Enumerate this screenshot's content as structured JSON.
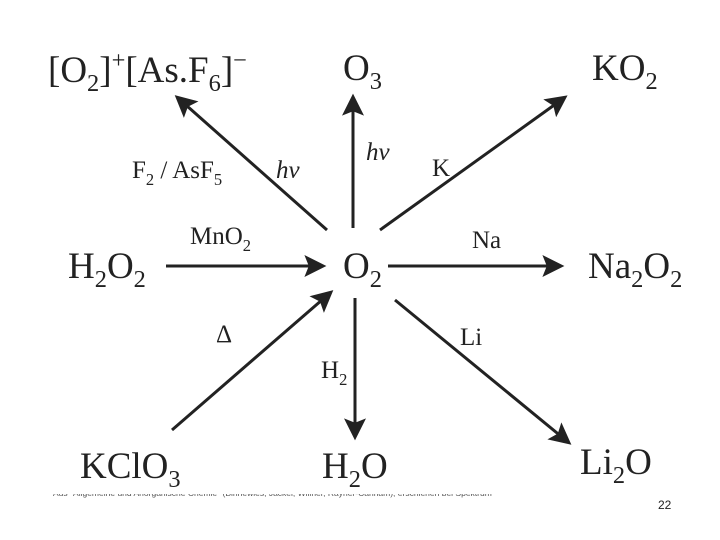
{
  "center": {
    "main": "O",
    "sub": "2"
  },
  "products": {
    "dioxygenyl": {
      "p1": "[O",
      "s1": "2",
      "p2": "]",
      "sup1": "+",
      "p3": "[As.F",
      "s2": "6",
      "p4": "]",
      "sup2": "−"
    },
    "ozone": {
      "main": "O",
      "sub": "3"
    },
    "ko2": {
      "main": "KO",
      "sub": "2"
    },
    "na2o2": {
      "a": "Na",
      "s1": "2",
      "b": "O",
      "s2": "2"
    },
    "li2o": {
      "a": "Li",
      "s1": "2",
      "b": "O"
    },
    "water": {
      "a": "H",
      "s1": "2",
      "b": "O"
    }
  },
  "reactants": {
    "h2o2": {
      "a": "H",
      "s1": "2",
      "b": "O",
      "s2": "2"
    },
    "kclo3": {
      "main": "KClO",
      "sub": "3"
    }
  },
  "reagents": {
    "f2_asf5": {
      "a": "F",
      "s1": "2",
      "b": " / AsF",
      "s2": "5"
    },
    "hv_left": "hν",
    "hv_top": "hν",
    "potassium": "K",
    "mno2": {
      "main": "MnO",
      "sub": "2"
    },
    "sodium": "Na",
    "delta": "Δ",
    "lithium": "Li",
    "h2": {
      "main": "H",
      "sub": "2"
    }
  },
  "footer": {
    "source": "Aus \"Allgemeine und Anorganische Chemie\" (Binnewies, Jäckel, Willner, Rayner-Canham), erschienen bei Spektrum"
  },
  "page": {
    "number": "22"
  }
}
